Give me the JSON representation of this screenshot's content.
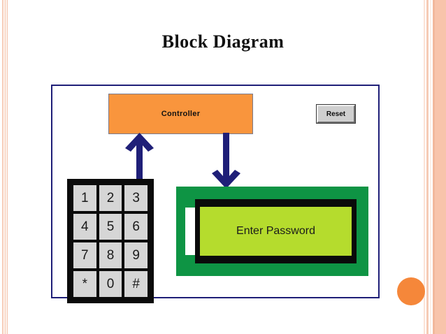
{
  "slide": {
    "title": "Block Diagram",
    "background_color": "#ffffff",
    "accent_color": "#f5873a",
    "border_color": "#f8c4ab"
  },
  "diagram": {
    "frame_color": "#1f1f78",
    "controller": {
      "label": "Controller",
      "fill_color": "#f9953d",
      "border_color": "#7a7a8c"
    },
    "reset_button": {
      "label": "Reset",
      "fill_color": "#cfcfcf"
    },
    "connections": [
      {
        "name": "keypad-to-controller",
        "direction": "up",
        "color": "#1f1f78"
      },
      {
        "name": "controller-to-lcd",
        "direction": "down",
        "color": "#1f1f78"
      }
    ],
    "keypad": {
      "frame_color": "#0b0b0b",
      "key_color": "#d6d6d6",
      "rows": [
        [
          "1",
          "2",
          "3"
        ],
        [
          "4",
          "5",
          "6"
        ],
        [
          "7",
          "8",
          "9"
        ],
        [
          "*",
          "0",
          "#"
        ]
      ]
    },
    "lcd": {
      "board_color": "#0e9444",
      "bezel_color": "#0a0a0a",
      "screen_color": "#b5dc2d",
      "screen_text": "Enter Password"
    }
  }
}
